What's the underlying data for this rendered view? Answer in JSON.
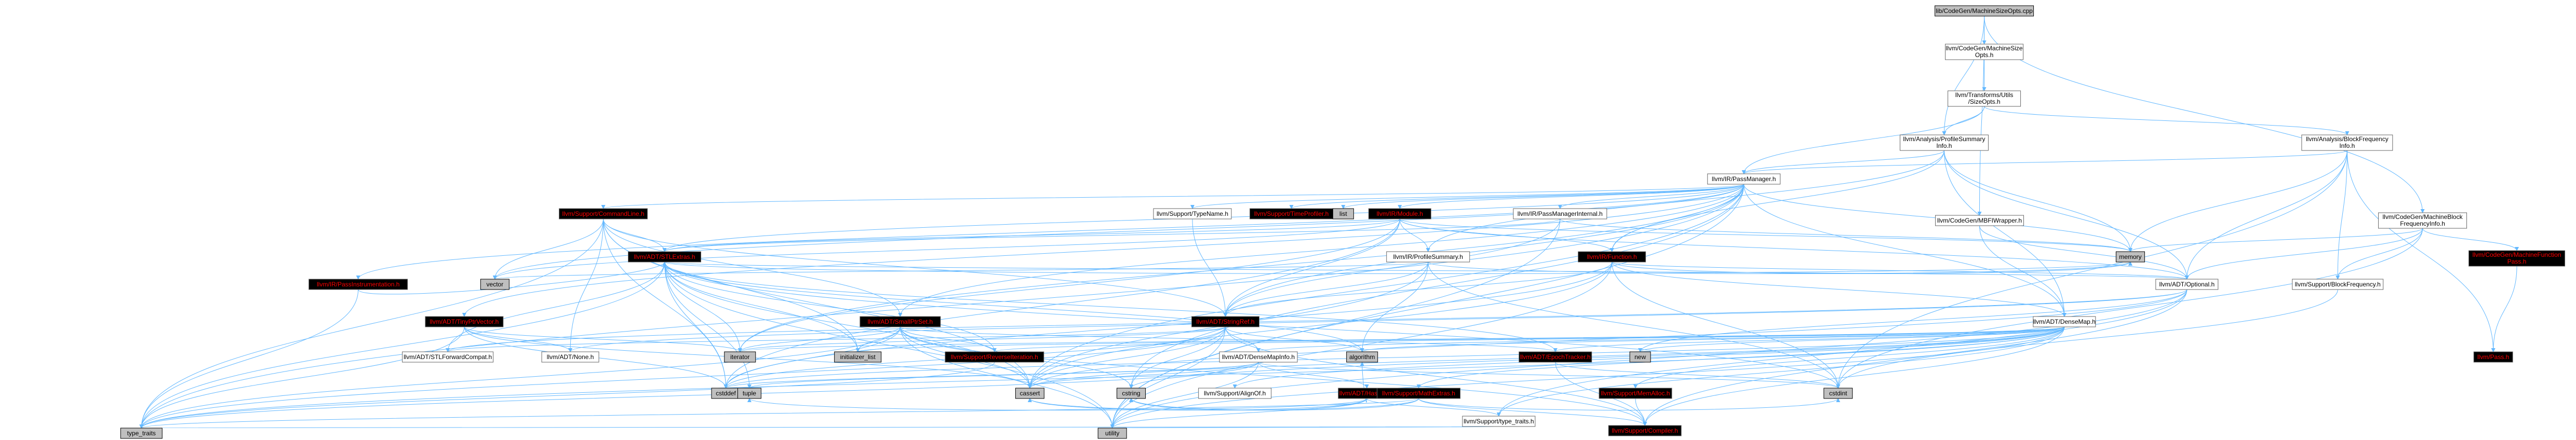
{
  "colors": {
    "edge": "#63b8ff",
    "node_border": "#666666",
    "root_fill": "#bfbfbf",
    "node_fill": "#ffffff",
    "red_text": "#ff0000"
  },
  "nodes": [
    {
      "id": "root",
      "lines": [
        "lib/CodeGen/MachineSizeOpts.cpp"
      ],
      "style": "gray"
    },
    {
      "id": "mso_h",
      "lines": [
        "llvm/CodeGen/MachineSize",
        "Opts.h"
      ],
      "style": "white"
    },
    {
      "id": "sizeopts",
      "lines": [
        "llvm/Transforms/Utils",
        "/SizeOpts.h"
      ],
      "style": "white"
    },
    {
      "id": "psi",
      "lines": [
        "llvm/Analysis/ProfileSummary",
        "Info.h"
      ],
      "style": "white"
    },
    {
      "id": "bfi",
      "lines": [
        "llvm/Analysis/BlockFrequency",
        "Info.h"
      ],
      "style": "white"
    },
    {
      "id": "mbfiw",
      "lines": [
        "llvm/CodeGen/MBFIWrapper.h"
      ],
      "style": "white"
    },
    {
      "id": "mbfi",
      "lines": [
        "llvm/CodeGen/MachineBlock",
        "FrequencyInfo.h"
      ],
      "style": "white"
    },
    {
      "id": "passmgr",
      "lines": [
        "llvm/IR/PassManager.h"
      ],
      "style": "white"
    },
    {
      "id": "cmdline",
      "lines": [
        "llvm/Support/CommandLine.h"
      ],
      "style": "red"
    },
    {
      "id": "typename",
      "lines": [
        "llvm/Support/TypeName.h"
      ],
      "style": "white"
    },
    {
      "id": "timeprof",
      "lines": [
        "llvm/Support/TimeProfiler.h"
      ],
      "style": "red"
    },
    {
      "id": "list",
      "lines": [
        "list"
      ],
      "style": "gray"
    },
    {
      "id": "module",
      "lines": [
        "llvm/IR/Module.h"
      ],
      "style": "red"
    },
    {
      "id": "pmi",
      "lines": [
        "llvm/IR/PassManagerInternal.h"
      ],
      "style": "white"
    },
    {
      "id": "pinstr",
      "lines": [
        "llvm/IR/PassInstrumentation.h"
      ],
      "style": "red"
    },
    {
      "id": "stlextras",
      "lines": [
        "llvm/ADT/STLExtras.h"
      ],
      "style": "red"
    },
    {
      "id": "profsum",
      "lines": [
        "llvm/IR/ProfileSummary.h"
      ],
      "style": "white"
    },
    {
      "id": "function",
      "lines": [
        "llvm/IR/Function.h"
      ],
      "style": "red"
    },
    {
      "id": "mfpass",
      "lines": [
        "llvm/CodeGen/MachineFunction",
        "Pass.h"
      ],
      "style": "red"
    },
    {
      "id": "tinyptr",
      "lines": [
        "llvm/ADT/TinyPtrVector.h"
      ],
      "style": "red"
    },
    {
      "id": "smallptrset",
      "lines": [
        "llvm/ADT/SmallPtrSet.h"
      ],
      "style": "red"
    },
    {
      "id": "stringref",
      "lines": [
        "llvm/ADT/StringRef.h"
      ],
      "style": "red"
    },
    {
      "id": "densemap",
      "lines": [
        "llvm/ADT/DenseMap.h"
      ],
      "style": "white"
    },
    {
      "id": "optional",
      "lines": [
        "llvm/ADT/Optional.h"
      ],
      "style": "white"
    },
    {
      "id": "blockfreq",
      "lines": [
        "llvm/Support/BlockFrequency.h"
      ],
      "style": "white"
    },
    {
      "id": "pass",
      "lines": [
        "llvm/Pass.h"
      ],
      "style": "red"
    },
    {
      "id": "vector",
      "lines": [
        "vector"
      ],
      "style": "gray"
    },
    {
      "id": "memory",
      "lines": [
        "memory"
      ],
      "style": "gray"
    },
    {
      "id": "stlfwd",
      "lines": [
        "llvm/ADT/STLForwardCompat.h"
      ],
      "style": "white"
    },
    {
      "id": "none",
      "lines": [
        "llvm/ADT/None.h"
      ],
      "style": "white"
    },
    {
      "id": "iterator",
      "lines": [
        "iterator"
      ],
      "style": "gray"
    },
    {
      "id": "initlist",
      "lines": [
        "initializer_list"
      ],
      "style": "gray"
    },
    {
      "id": "revit",
      "lines": [
        "llvm/Support/ReverseIteration.h"
      ],
      "style": "red"
    },
    {
      "id": "dmi",
      "lines": [
        "llvm/ADT/DenseMapInfo.h"
      ],
      "style": "white"
    },
    {
      "id": "hashing",
      "lines": [
        "llvm/ADT/Hashing.h"
      ],
      "style": "red"
    },
    {
      "id": "mathextras",
      "lines": [
        "llvm/Support/MathExtras.h"
      ],
      "style": "red"
    },
    {
      "id": "epoch",
      "lines": [
        "llvm/ADT/EpochTracker.h"
      ],
      "style": "red"
    },
    {
      "id": "new",
      "lines": [
        "new"
      ],
      "style": "gray"
    },
    {
      "id": "memalloc",
      "lines": [
        "llvm/Support/MemAlloc.h"
      ],
      "style": "red"
    },
    {
      "id": "aligncxx",
      "lines": [
        "llvm/Support/AlignOf.h"
      ],
      "style": "white"
    },
    {
      "id": "typetraits",
      "lines": [
        "llvm/Support/type_traits.h"
      ],
      "style": "white"
    },
    {
      "id": "compiler",
      "lines": [
        "llvm/Support/Compiler.h"
      ],
      "style": "red"
    },
    {
      "id": "cstddef",
      "lines": [
        "cstddef"
      ],
      "style": "gray"
    },
    {
      "id": "tuple",
      "lines": [
        "tuple"
      ],
      "style": "gray"
    },
    {
      "id": "cassert",
      "lines": [
        "cassert"
      ],
      "style": "gray"
    },
    {
      "id": "cstring",
      "lines": [
        "cstring"
      ],
      "style": "gray"
    },
    {
      "id": "algorithm",
      "lines": [
        "algorithm"
      ],
      "style": "gray"
    },
    {
      "id": "cstdint",
      "lines": [
        "cstdint"
      ],
      "style": "gray"
    },
    {
      "id": "type_traits",
      "lines": [
        "type_traits"
      ],
      "style": "gray"
    },
    {
      "id": "utility",
      "lines": [
        "utility"
      ],
      "style": "gray"
    }
  ],
  "edges": [
    [
      "root",
      "mso_h"
    ],
    [
      "root",
      "psi"
    ],
    [
      "root",
      "mbfiw"
    ],
    [
      "root",
      "mbfi"
    ],
    [
      "mso_h",
      "sizeopts"
    ],
    [
      "sizeopts",
      "psi"
    ],
    [
      "sizeopts",
      "bfi"
    ],
    [
      "sizeopts",
      "passmgr"
    ],
    [
      "psi",
      "passmgr"
    ],
    [
      "psi",
      "profsum"
    ],
    [
      "psi",
      "function"
    ],
    [
      "psi",
      "densemap"
    ],
    [
      "psi",
      "memory"
    ],
    [
      "psi",
      "optional"
    ],
    [
      "bfi",
      "passmgr"
    ],
    [
      "bfi",
      "blockfreq"
    ],
    [
      "bfi",
      "memory"
    ],
    [
      "bfi",
      "pass"
    ],
    [
      "bfi",
      "cstdint"
    ],
    [
      "bfi",
      "optional"
    ],
    [
      "mbfiw",
      "densemap"
    ],
    [
      "mbfiw",
      "optional"
    ],
    [
      "mbfi",
      "mfpass"
    ],
    [
      "mbfi",
      "blockfreq"
    ],
    [
      "mbfi",
      "cstdint"
    ],
    [
      "mbfi",
      "memory"
    ],
    [
      "mbfi",
      "optional"
    ],
    [
      "mfpass",
      "pass"
    ],
    [
      "passmgr",
      "cmdline"
    ],
    [
      "passmgr",
      "typename"
    ],
    [
      "passmgr",
      "timeprof"
    ],
    [
      "passmgr",
      "list"
    ],
    [
      "passmgr",
      "module"
    ],
    [
      "passmgr",
      "pmi"
    ],
    [
      "passmgr",
      "pinstr"
    ],
    [
      "passmgr",
      "stlextras"
    ],
    [
      "passmgr",
      "tinyptr"
    ],
    [
      "passmgr",
      "smallptrset"
    ],
    [
      "passmgr",
      "stringref"
    ],
    [
      "passmgr",
      "densemap"
    ],
    [
      "passmgr",
      "vector"
    ],
    [
      "passmgr",
      "iterator"
    ],
    [
      "passmgr",
      "memory"
    ],
    [
      "passmgr",
      "cstring"
    ],
    [
      "passmgr",
      "type_traits"
    ],
    [
      "passmgr",
      "utility"
    ],
    [
      "passmgr",
      "function"
    ],
    [
      "passmgr",
      "cassert"
    ],
    [
      "cmdline",
      "stlextras"
    ],
    [
      "cmdline",
      "smallptrset"
    ],
    [
      "cmdline",
      "stringref"
    ],
    [
      "cmdline",
      "none"
    ],
    [
      "cmdline",
      "vector"
    ],
    [
      "cmdline",
      "cassert"
    ],
    [
      "cmdline",
      "cstddef"
    ],
    [
      "cmdline",
      "initlist"
    ],
    [
      "cmdline",
      "type_traits"
    ],
    [
      "typename",
      "stringref"
    ],
    [
      "module",
      "stlextras"
    ],
    [
      "module",
      "stringref"
    ],
    [
      "module",
      "function"
    ],
    [
      "module",
      "profsum"
    ],
    [
      "module",
      "optional"
    ],
    [
      "module",
      "vector"
    ],
    [
      "module",
      "memory"
    ],
    [
      "module",
      "cstddef"
    ],
    [
      "module",
      "iterator"
    ],
    [
      "pmi",
      "stlextras"
    ],
    [
      "pmi",
      "stringref"
    ],
    [
      "pmi",
      "memory"
    ],
    [
      "pmi",
      "utility"
    ],
    [
      "pinstr",
      "stlextras"
    ],
    [
      "pinstr",
      "type_traits"
    ],
    [
      "stlextras",
      "stlfwd"
    ],
    [
      "stlextras",
      "optional"
    ],
    [
      "stlextras",
      "iterator"
    ],
    [
      "stlextras",
      "initlist"
    ],
    [
      "stlextras",
      "utility"
    ],
    [
      "stlextras",
      "cstddef"
    ],
    [
      "stlextras",
      "type_traits"
    ],
    [
      "stlextras",
      "tuple"
    ],
    [
      "stlextras",
      "memory"
    ],
    [
      "stlextras",
      "algorithm"
    ],
    [
      "stlextras",
      "cassert"
    ],
    [
      "stlextras",
      "cstdint"
    ],
    [
      "stlextras",
      "revit"
    ],
    [
      "stlextras",
      "epoch"
    ],
    [
      "profsum",
      "stringref"
    ],
    [
      "profsum",
      "cstdint"
    ],
    [
      "profsum",
      "memory"
    ],
    [
      "profsum",
      "vector"
    ],
    [
      "profsum",
      "algorithm"
    ],
    [
      "profsum",
      "cassert"
    ],
    [
      "function",
      "densemap"
    ],
    [
      "function",
      "stringref"
    ],
    [
      "function",
      "memory"
    ],
    [
      "function",
      "cstddef"
    ],
    [
      "function",
      "cstdint"
    ],
    [
      "function",
      "optional"
    ],
    [
      "function",
      "utility"
    ],
    [
      "function",
      "cassert"
    ],
    [
      "tinyptr",
      "none"
    ],
    [
      "tinyptr",
      "cassert"
    ],
    [
      "tinyptr",
      "cstddef"
    ],
    [
      "tinyptr",
      "iterator"
    ],
    [
      "tinyptr",
      "type_traits"
    ],
    [
      "smallptrset",
      "epoch"
    ],
    [
      "smallptrset",
      "revit"
    ],
    [
      "smallptrset",
      "type_traits"
    ],
    [
      "smallptrset",
      "cstring"
    ],
    [
      "smallptrset",
      "cassert"
    ],
    [
      "smallptrset",
      "cstdlib"
    ],
    [
      "smallptrset",
      "iterator"
    ],
    [
      "smallptrset",
      "initlist"
    ],
    [
      "smallptrset",
      "utility"
    ],
    [
      "smallptrset",
      "cstddef"
    ],
    [
      "smallptrset",
      "compiler"
    ],
    [
      "stringref",
      "dmi"
    ],
    [
      "stringref",
      "stlfwd"
    ],
    [
      "stringref",
      "iterator"
    ],
    [
      "stringref",
      "compiler"
    ],
    [
      "stringref",
      "algorithm"
    ],
    [
      "stringref",
      "cassert"
    ],
    [
      "stringref",
      "cstddef"
    ],
    [
      "stringref",
      "cstring"
    ],
    [
      "stringref",
      "limits"
    ],
    [
      "stringref",
      "type_traits"
    ],
    [
      "stringref",
      "utility"
    ],
    [
      "densemap",
      "dmi"
    ],
    [
      "densemap",
      "epoch"
    ],
    [
      "densemap",
      "aligncxx"
    ],
    [
      "densemap",
      "compiler"
    ],
    [
      "densemap",
      "mathextras"
    ],
    [
      "densemap",
      "memalloc"
    ],
    [
      "densemap",
      "revit"
    ],
    [
      "densemap",
      "typetraits"
    ],
    [
      "densemap",
      "algorithm"
    ],
    [
      "densemap",
      "cassert"
    ],
    [
      "densemap",
      "cstddef"
    ],
    [
      "densemap",
      "cstring"
    ],
    [
      "densemap",
      "initlist"
    ],
    [
      "densemap",
      "iterator"
    ],
    [
      "densemap",
      "new"
    ],
    [
      "densemap",
      "type_traits"
    ],
    [
      "densemap",
      "utility"
    ],
    [
      "optional",
      "none"
    ],
    [
      "optional",
      "stlfwd"
    ],
    [
      "optional",
      "compiler"
    ],
    [
      "optional",
      "typetraits"
    ],
    [
      "optional",
      "cassert"
    ],
    [
      "optional",
      "new"
    ],
    [
      "optional",
      "utility"
    ],
    [
      "blockfreq",
      "cstdint"
    ],
    [
      "dmi",
      "hashing"
    ],
    [
      "dmi",
      "cassert"
    ],
    [
      "dmi",
      "cstddef"
    ],
    [
      "dmi",
      "cstdint"
    ],
    [
      "dmi",
      "tuple"
    ],
    [
      "dmi",
      "type_traits"
    ],
    [
      "dmi",
      "utility"
    ],
    [
      "hashing",
      "typetraits"
    ],
    [
      "hashing",
      "algorithm"
    ],
    [
      "hashing",
      "cassert"
    ],
    [
      "hashing",
      "cstring"
    ],
    [
      "hashing",
      "string"
    ],
    [
      "hashing",
      "tuple"
    ],
    [
      "hashing",
      "utility"
    ],
    [
      "mathextras",
      "compiler"
    ],
    [
      "mathextras",
      "cassert"
    ],
    [
      "mathextras",
      "cstdint"
    ],
    [
      "mathextras",
      "cstring"
    ],
    [
      "mathextras",
      "type_traits"
    ],
    [
      "epoch",
      "compiler"
    ],
    [
      "epoch",
      "cstdint"
    ],
    [
      "memalloc",
      "compiler"
    ],
    [
      "typetraits",
      "type_traits"
    ],
    [
      "typetraits",
      "utility"
    ],
    [
      "revit",
      "type_traits"
    ]
  ]
}
